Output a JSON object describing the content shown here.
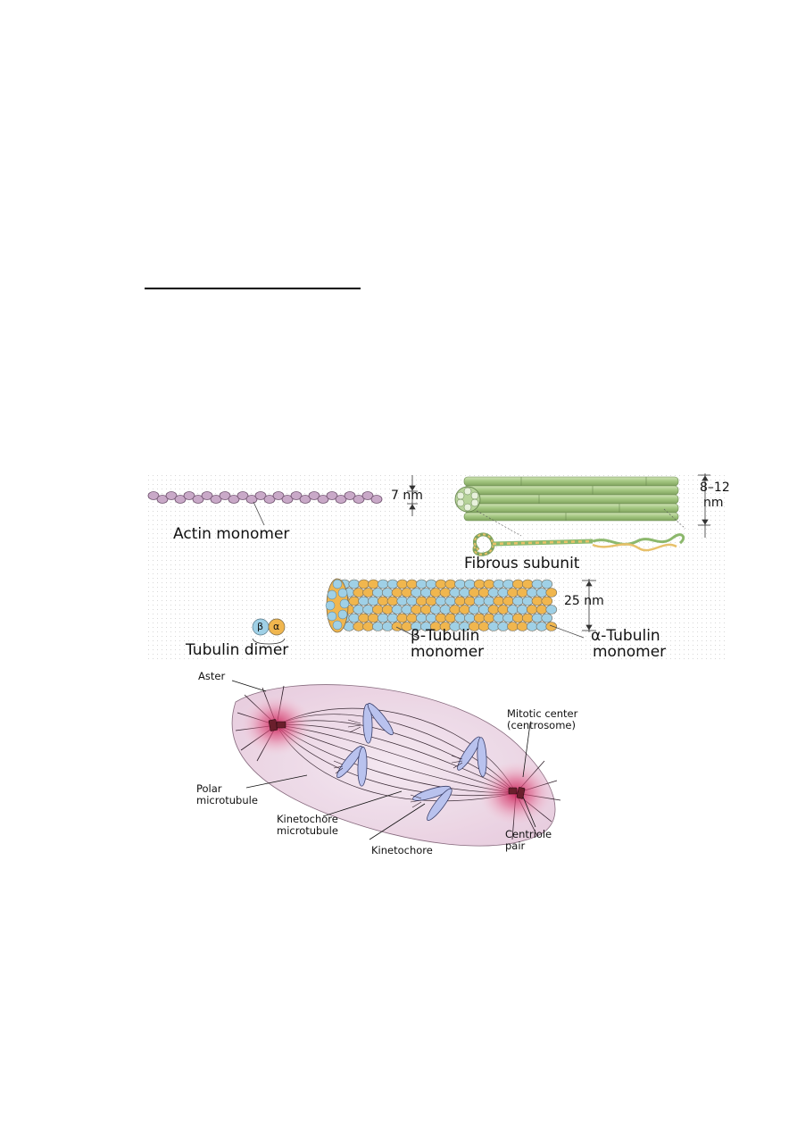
{
  "cytoskeleton_panel": {
    "actin_label": "Actin monomer",
    "actin_size": "7 nm",
    "intermediate_label": "Fibrous subunit",
    "intermediate_size_line1": "8–12",
    "intermediate_size_line2": "nm",
    "microtubule_size": "25 nm",
    "dimer_label": "Tubulin dimer",
    "dimer_beta": "β",
    "dimer_alpha": "α",
    "beta_label_line1": "β-Tubulin",
    "beta_label_line2": "monomer",
    "alpha_label_line1": "α-Tubulin",
    "alpha_label_line2": "monomer",
    "colors": {
      "actin": "#c9a9c8",
      "intermediate": "#a9c98c",
      "beta_tubulin": "#9fd0e6",
      "alpha_tubulin": "#f0b64e"
    }
  },
  "spindle_panel": {
    "aster": "Aster",
    "mitotic_center_line1": "Mitotic center",
    "mitotic_center_line2": "(centrosome)",
    "polar_line1": "Polar",
    "polar_line2": "microtubule",
    "kinetochore_mt_line1": "Kinetochore",
    "kinetochore_mt_line2": "microtubule",
    "kinetochore": "Kinetochore",
    "centriole_line1": "Centriole",
    "centriole_line2": "pair",
    "colors": {
      "pole": "#d0306a",
      "chromosome": "#b9c2ee"
    }
  }
}
